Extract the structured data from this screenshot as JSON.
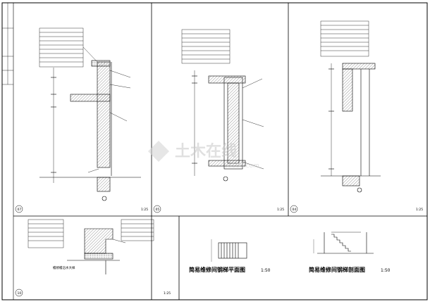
{
  "drawing": {
    "panels": [
      {
        "id": "p07",
        "number": "07",
        "scale": "1:25"
      },
      {
        "id": "p05",
        "number": "05",
        "scale": "1:25"
      },
      {
        "id": "p04",
        "number": "04",
        "scale": "1:25"
      },
      {
        "id": "p10",
        "number": "10",
        "scale": "1:25",
        "caption": "檐修檐沿水大样"
      },
      {
        "id": "p11",
        "caption": "简易维修间钢梯平面图",
        "scale": "1:50"
      },
      {
        "id": "p12",
        "caption": "简易维修间钢梯剖面图",
        "scale": "1:50"
      }
    ],
    "watermark": {
      "text": "土木在线",
      "sub": "co188.com"
    },
    "colors": {
      "line": "#000000",
      "hatch": "#555555",
      "watermark": "#c8c8c8"
    }
  }
}
